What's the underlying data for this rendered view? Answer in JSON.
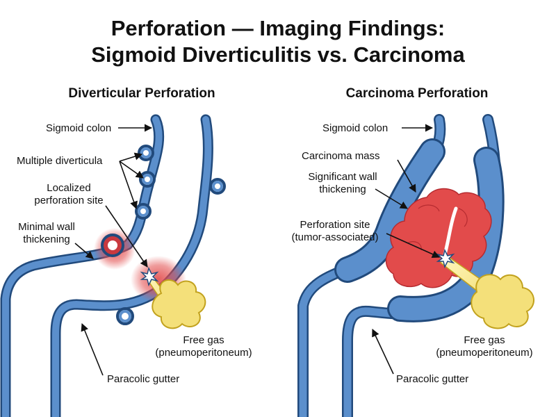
{
  "title": {
    "line1": "Perforation — Imaging Findings:",
    "line2": "Sigmoid Diverticulitis vs. Carcinoma"
  },
  "left_panel": {
    "heading": "Diverticular Perforation",
    "labels": {
      "sigmoid_colon": "Sigmoid colon",
      "multiple_diverticula": "Multiple diverticula",
      "localized_perforation_1": "Localized",
      "localized_perforation_2": "perforation site",
      "minimal_wall_1": "Minimal wall",
      "minimal_wall_2": "thickening",
      "free_gas_1": "Free gas",
      "free_gas_2": "(pneumoperitoneum)",
      "paracolic_gutter": "Paracolic gutter"
    }
  },
  "right_panel": {
    "heading": "Carcinoma Perforation",
    "labels": {
      "sigmoid_colon": "Sigmoid colon",
      "carcinoma_mass": "Carcinoma mass",
      "wall_thickening_1": "Significant wall",
      "wall_thickening_2": "thickening",
      "perforation_site_1": "Perforation site",
      "perforation_site_2": "(tumor-associated)",
      "free_gas_1": "Free gas",
      "free_gas_2": "(pneumoperitoneum)",
      "paracolic_gutter": "Paracolic gutter"
    }
  },
  "colors": {
    "colon_wall": "#5b8fcc",
    "colon_outline": "#214a7c",
    "inflammation": "#e24b4b",
    "free_gas": "#f4e07a",
    "free_gas_outline": "#c2a21e"
  }
}
